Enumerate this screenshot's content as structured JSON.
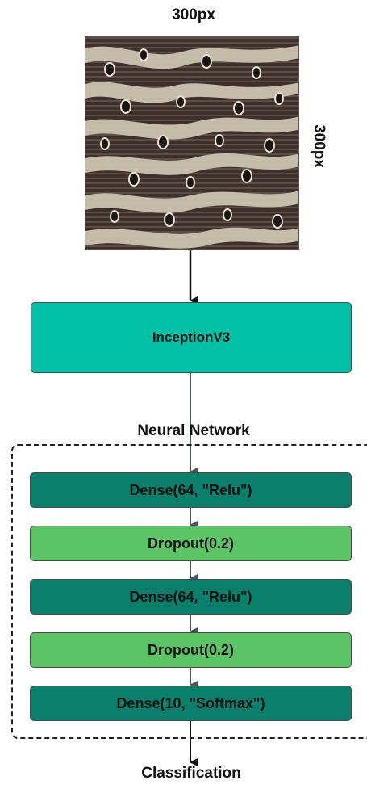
{
  "input": {
    "width_label": "300px",
    "height_label": "300px"
  },
  "backbone": {
    "label": "InceptionV3",
    "color": "#00c0a6"
  },
  "network": {
    "title": "Neural Network",
    "layers": [
      {
        "label": "Dense(64, \"Relu\")",
        "kind": "dense"
      },
      {
        "label": "Dropout(0.2)",
        "kind": "dropout"
      },
      {
        "label": "Dense(64, \"Relu\")",
        "kind": "dense"
      },
      {
        "label": "Dropout(0.2)",
        "kind": "dropout"
      },
      {
        "label": "Dense(10, \"Softmax\")",
        "kind": "dense"
      }
    ],
    "colors": {
      "dense": "#0a7f6c",
      "dropout": "#5bc464"
    }
  },
  "output": {
    "label": "Classification"
  }
}
